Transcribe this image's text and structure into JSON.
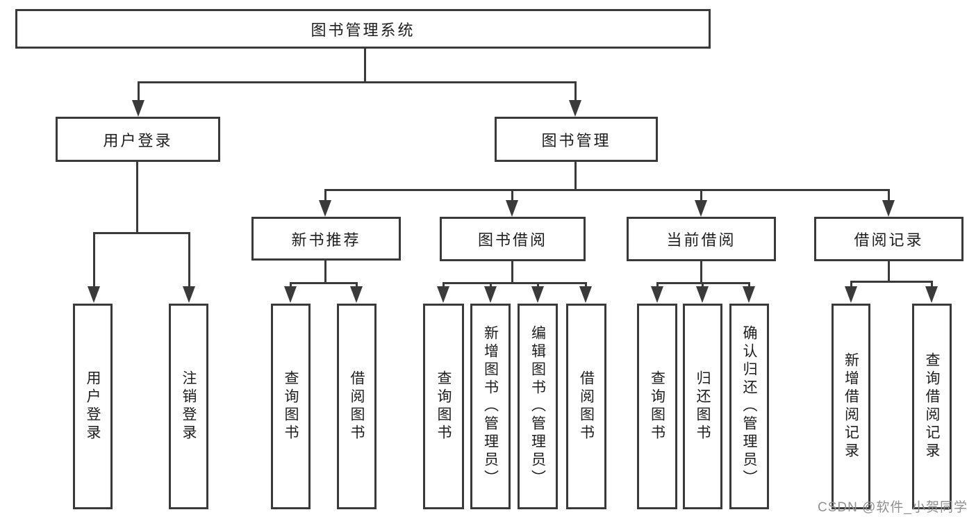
{
  "diagram": {
    "root": "图书管理系统",
    "level2": [
      "用户登录",
      "图书管理"
    ],
    "level3": [
      "新书推荐",
      "图书借阅",
      "当前借阅",
      "借阅记录"
    ],
    "leaves_login": [
      "用户登录",
      "注销登录"
    ],
    "leaves_recommend": [
      "查询图书",
      "借阅图书"
    ],
    "leaves_borrow": [
      "查询图书",
      "新增图书（管理员）",
      "编辑图书（管理员）",
      "借阅图书"
    ],
    "leaves_current": [
      "查询图书",
      "归还图书",
      "确认归还（管理员）"
    ],
    "leaves_records": [
      "新增借阅记录",
      "查询借阅记录"
    ]
  },
  "watermark": "CSDN @软件_小贺同学",
  "colors": {
    "line": "#3a3a3a",
    "text": "#1d1d1d",
    "watermark": "#8f8f8f",
    "background": "#ffffff"
  }
}
